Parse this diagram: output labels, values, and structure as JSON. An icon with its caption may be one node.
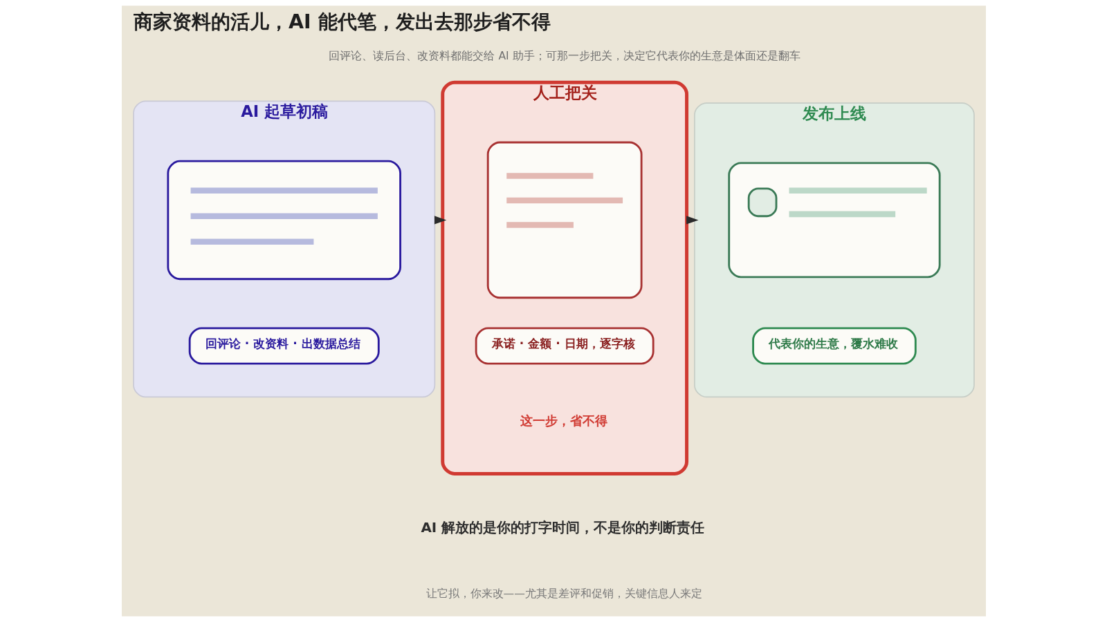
{
  "diagram": {
    "title": "商家资料的活儿，AI 能代笔，发出去那步省不得",
    "nodes": [
      {
        "text": [
          "AI 起草初稿"
        ]
      },
      {
        "text": [],
        "shape": "picture",
        "in": 0
      },
      {
        "text": [
          "回评论 · 改资料 · 出数据总结"
        ],
        "in": 0
      },
      {
        "text": [
          "人工把关",
          "这一步，省不得"
        ]
      },
      {
        "text": [],
        "shape": "picture",
        "in": 3
      },
      {
        "text": [
          "承诺 · 金额 · 日期，逐字核"
        ],
        "in": 3
      },
      {
        "text": [
          "发布上线"
        ]
      },
      {
        "text": [],
        "shape": "picture",
        "in": 6
      },
      {
        "text": [
          "代表你的生意，覆水难收"
        ],
        "in": 6
      }
    ],
    "edges": [
      {
        "from": 0,
        "to": 3,
        "arrow": "to"
      },
      {
        "from": 3,
        "to": 6,
        "arrow": "to"
      }
    ],
    "labels": [
      "回评论、读后台、改资料都能交给 AI 助手；可那一步把关，决定它代表你的生意是体面还是翻车",
      "AI 解放的是你的打字时间，不是你的判断责任",
      "让它拟，你来改——尤其是差评和促销，关键信息人来定"
    ]
  }
}
